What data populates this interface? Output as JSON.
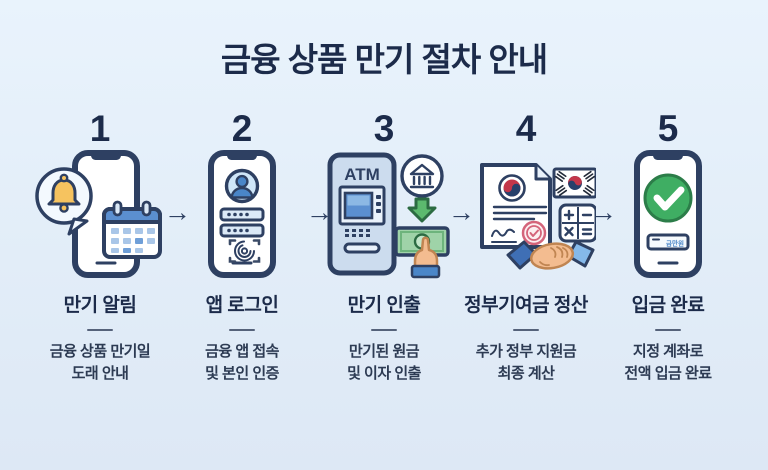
{
  "title": "금융 상품 만기 절차 안내",
  "flow_arrow_glyph": "→",
  "steps": [
    {
      "number": "1",
      "title": "만기 알림",
      "desc_line1": "금융 상품 만기일",
      "desc_line2": "도래 안내",
      "icon": "phone-bell-calendar-icon"
    },
    {
      "number": "2",
      "title": "앱 로그인",
      "desc_line1": "금융 앱 접속",
      "desc_line2": "및 본인 인증",
      "icon": "phone-login-fingerprint-icon"
    },
    {
      "number": "3",
      "title": "만기 인출",
      "desc_line1": "만기된 원금",
      "desc_line2": "및 이자 인출",
      "icon": "atm-cash-withdrawal-icon",
      "atm_label": "ATM"
    },
    {
      "number": "4",
      "title": "정부기여금 정산",
      "desc_line1": "추가 정부 지원금",
      "desc_line2": "최종 계산",
      "icon": "document-flag-calculator-handshake-icon"
    },
    {
      "number": "5",
      "title": "입금 완료",
      "desc_line1": "지정 계좌로",
      "desc_line2": "전액 입금 완료",
      "icon": "phone-success-check-icon",
      "screen_label": "금만원"
    }
  ],
  "colors": {
    "background_top": "#e9f3fc",
    "background_bottom": "#dde8f5",
    "heading_navy": "#1c2b4a",
    "outline_navy": "#2e4062",
    "body_text": "#2d3b53",
    "accent_blue": "#4a86c8",
    "light_blue_fill": "#dbe9f7",
    "bell_yellow": "#f6c35f",
    "money_green": "#9fd3a8",
    "success_green": "#3fae63",
    "stamp_red": "#d4647a",
    "flag_red": "#c3364a",
    "skin_tone": "#f3bc90"
  }
}
